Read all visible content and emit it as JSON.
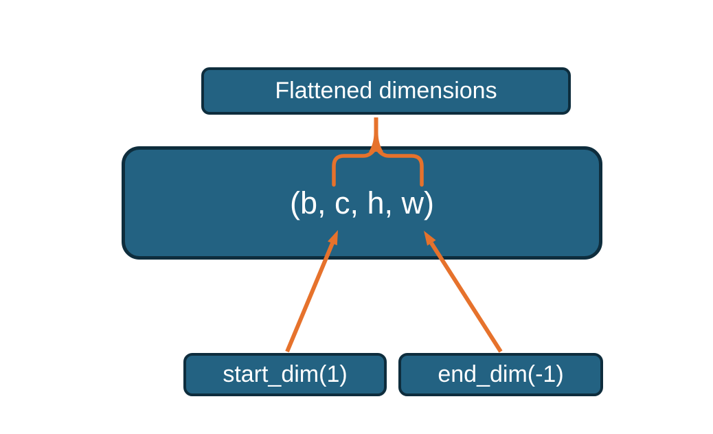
{
  "colors": {
    "background": "#ffffff",
    "box_fill": "#236282",
    "box_border": "#0e2d3d",
    "accent": "#e6722c",
    "text": "#ffffff"
  },
  "nodes": {
    "flattened": {
      "label": "Flattened dimensions"
    },
    "tensor": {
      "label": "(b, c, h, w)"
    },
    "start_dim": {
      "label": "start_dim(1)"
    },
    "end_dim": {
      "label": "end_dim(-1)"
    }
  },
  "connectors": [
    {
      "name": "flattened-dimensions-brace",
      "type": "brace",
      "from": "Flattened dimensions",
      "spans": "c through w in (b, c, h, w)"
    },
    {
      "name": "start-dim-arrow",
      "type": "arrow",
      "from": "start_dim(1)",
      "to": "c"
    },
    {
      "name": "end-dim-arrow",
      "type": "arrow",
      "from": "end_dim(-1)",
      "to": "w"
    }
  ]
}
